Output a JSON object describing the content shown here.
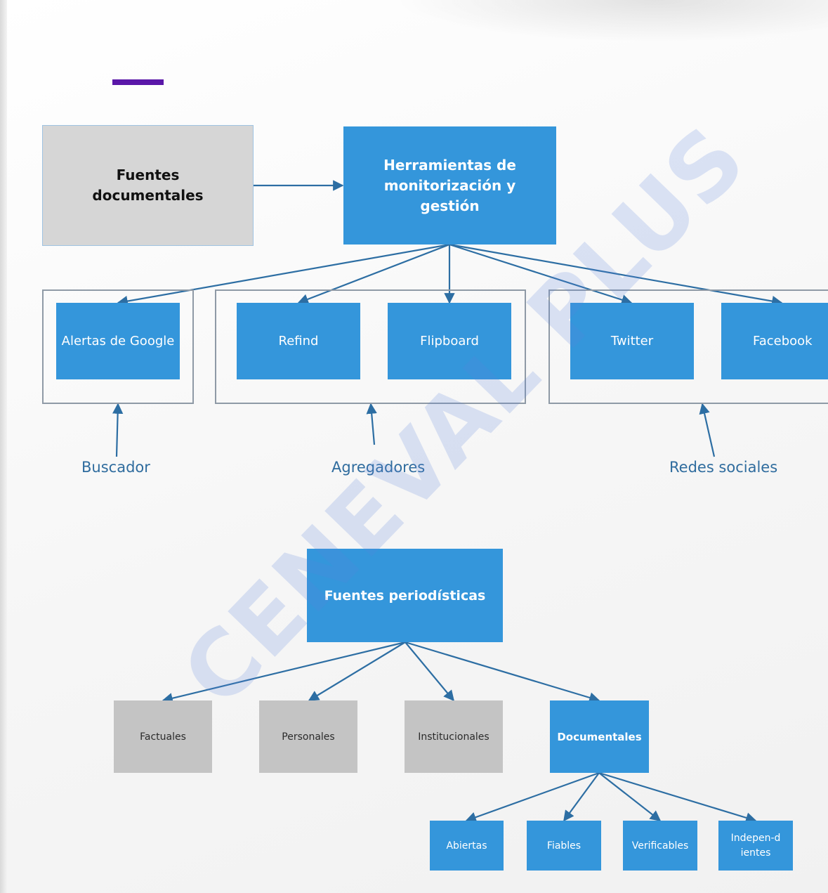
{
  "top_diagram": {
    "source_box": "Fuentes documentales",
    "hub_box": "Herramientas de monitorización y gestión",
    "tools": [
      "Alertas de Google",
      "Refind",
      "Flipboard",
      "Twitter",
      "Facebook"
    ],
    "groups": [
      "Buscador",
      "Agregadores",
      "Redes sociales"
    ]
  },
  "bottom_diagram": {
    "root": "Fuentes periodísticas",
    "types": [
      "Factuales",
      "Personales",
      "Institucionales",
      "Documentales"
    ],
    "documentales_children": [
      "Abiertas",
      "Fiables",
      "Verificables",
      "Indepen-dientes"
    ]
  },
  "watermark": "CENEVAL PLUS",
  "colors": {
    "box_blue": "#3496db",
    "box_grey": "#c4c4c4",
    "box_grey_large": "#d6d6d6",
    "arrow": "#2d6ea3",
    "label_text": "#2f6c9e",
    "accent_bar": "#5a17a8",
    "watermark": "#5a82dc"
  }
}
